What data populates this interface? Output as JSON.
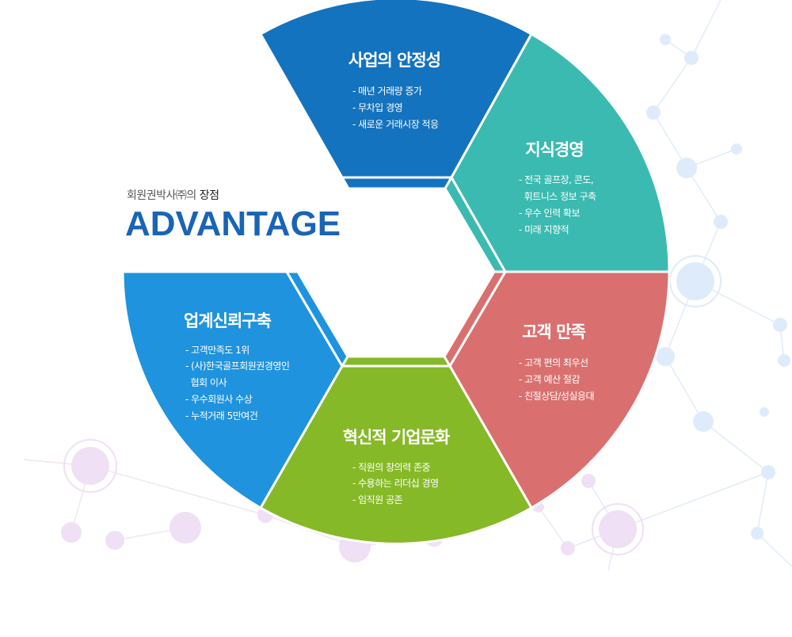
{
  "header": {
    "caption_prefix": "회원권박사㈜의 ",
    "caption_emphasis": "장점",
    "title": "ADVANTAGE"
  },
  "colors": {
    "top": "#1473be",
    "right_top": "#3bbab1",
    "right_bottom": "#d9706f",
    "bottom": "#86b927",
    "left": "#1f93de",
    "title_blue": "#1a64b5"
  },
  "segments": [
    {
      "id": "business-stability",
      "title": "사업의 안정성",
      "items": [
        "- 매년 거래량 증가",
        "- 무차입 경영",
        "- 새로운 거래시장 적응"
      ]
    },
    {
      "id": "knowledge-management",
      "title": "지식경영",
      "items": [
        "- 전국 골프장, 콘도,",
        "  휘트니스 정보 구축",
        "- 우수 인력 확보",
        "- 미래 지향적"
      ]
    },
    {
      "id": "customer-satisfaction",
      "title": "고객 만족",
      "items": [
        "- 고객 편의 최우선",
        "- 고객 예산 절감",
        "- 친절상담/성실응대"
      ]
    },
    {
      "id": "innovative-culture",
      "title": "혁신적 기업문화",
      "items": [
        "- 직원의 창의력 존중",
        "- 수용하는 리더십 경영",
        "- 임직원 공존"
      ]
    },
    {
      "id": "industry-trust",
      "title": "업계신뢰구축",
      "items": [
        "- 고객만족도 1위",
        "- (사)한국골프회원권경영인",
        "  협회 이사",
        "- 우수회원사 수상",
        "- 누적거래 5만여건"
      ]
    }
  ]
}
